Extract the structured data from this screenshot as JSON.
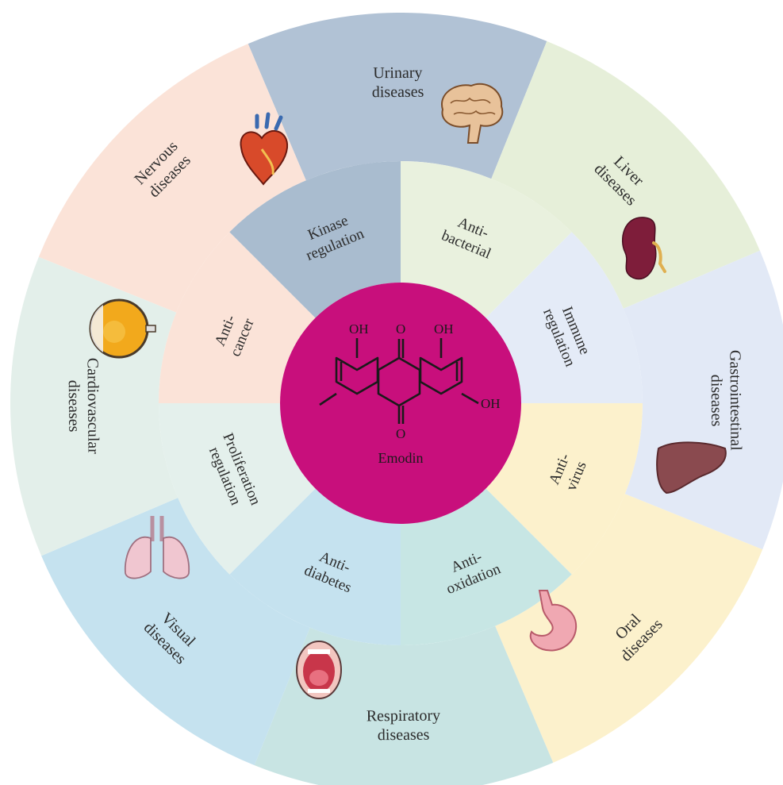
{
  "center": {
    "label": "Emodin",
    "color": "#c80f7c",
    "substituents": [
      "OH",
      "O",
      "OH",
      "OH",
      "O"
    ]
  },
  "outer_ring": [
    {
      "label": [
        "Nervous",
        "diseases"
      ],
      "color": "#fbe3d8",
      "icon": "brain-icon"
    },
    {
      "label": [
        "Urinary",
        "diseases"
      ],
      "color": "#b1c2d5",
      "icon": "kidney-icon"
    },
    {
      "label": [
        "Liver",
        "diseases"
      ],
      "color": "#e6efd9",
      "icon": "liver-icon"
    },
    {
      "label": [
        "Gastrointestinal",
        "diseases"
      ],
      "color": "#e2e9f6",
      "icon": "stomach-icon"
    },
    {
      "label": [
        "Oral",
        "diseases"
      ],
      "color": "#fcf1cc",
      "icon": "mouth-icon"
    },
    {
      "label": [
        "Respiratory",
        "diseases"
      ],
      "color": "#c8e4e3",
      "icon": "lungs-icon"
    },
    {
      "label": [
        "Visual",
        "diseases"
      ],
      "color": "#c5e2ef",
      "icon": "eye-icon"
    },
    {
      "label": [
        "Cardiovascular",
        "diseases"
      ],
      "color": "#e3efea",
      "icon": "heart-icon"
    }
  ],
  "inner_ring": [
    {
      "label": [
        "Anti-",
        "bacterial"
      ],
      "color": "#e9f1de"
    },
    {
      "label": [
        "Immune",
        "regulation"
      ],
      "color": "#e4ebf7"
    },
    {
      "label": [
        "Anti-",
        "virus"
      ],
      "color": "#fcf1cc"
    },
    {
      "label": [
        "Anti-",
        "oxidation"
      ],
      "color": "#c7e6e4"
    },
    {
      "label": [
        "Anti-",
        "diabetes"
      ],
      "color": "#c5e2ef"
    },
    {
      "label": [
        "Proliferation",
        "regulation"
      ],
      "color": "#e4f0ec"
    },
    {
      "label": [
        "Anti-",
        "cancer"
      ],
      "color": "#fbe3d8"
    },
    {
      "label": [
        "Kinase",
        "regulation"
      ],
      "color": "#a9bccf"
    }
  ]
}
